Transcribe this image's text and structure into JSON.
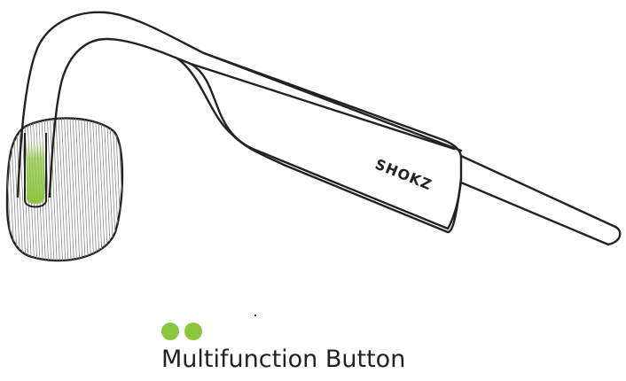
{
  "brand": {
    "logo_text": "SHOKZ"
  },
  "legend": {
    "label": "Multifunction Button",
    "dot_count": 2
  },
  "colors": {
    "outline": "#222222",
    "button_green": "#8cc63f",
    "dot_green": "#8cc63f",
    "background": "#ffffff"
  }
}
